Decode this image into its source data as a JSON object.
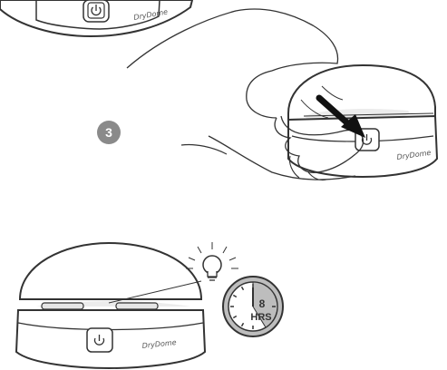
{
  "step_number": "3",
  "brand_label": "DryDome",
  "timer": {
    "hours_value": "8",
    "hours_unit": "HRS"
  },
  "colors": {
    "outline": "#333333",
    "step_badge": "#8a8a8a",
    "clock_fill": "#bdbdbd",
    "sensor_light": "#ececec"
  },
  "icons": [
    "power-icon",
    "lightbulb-icon",
    "clock-icon",
    "arrow-icon",
    "hand-icon"
  ]
}
